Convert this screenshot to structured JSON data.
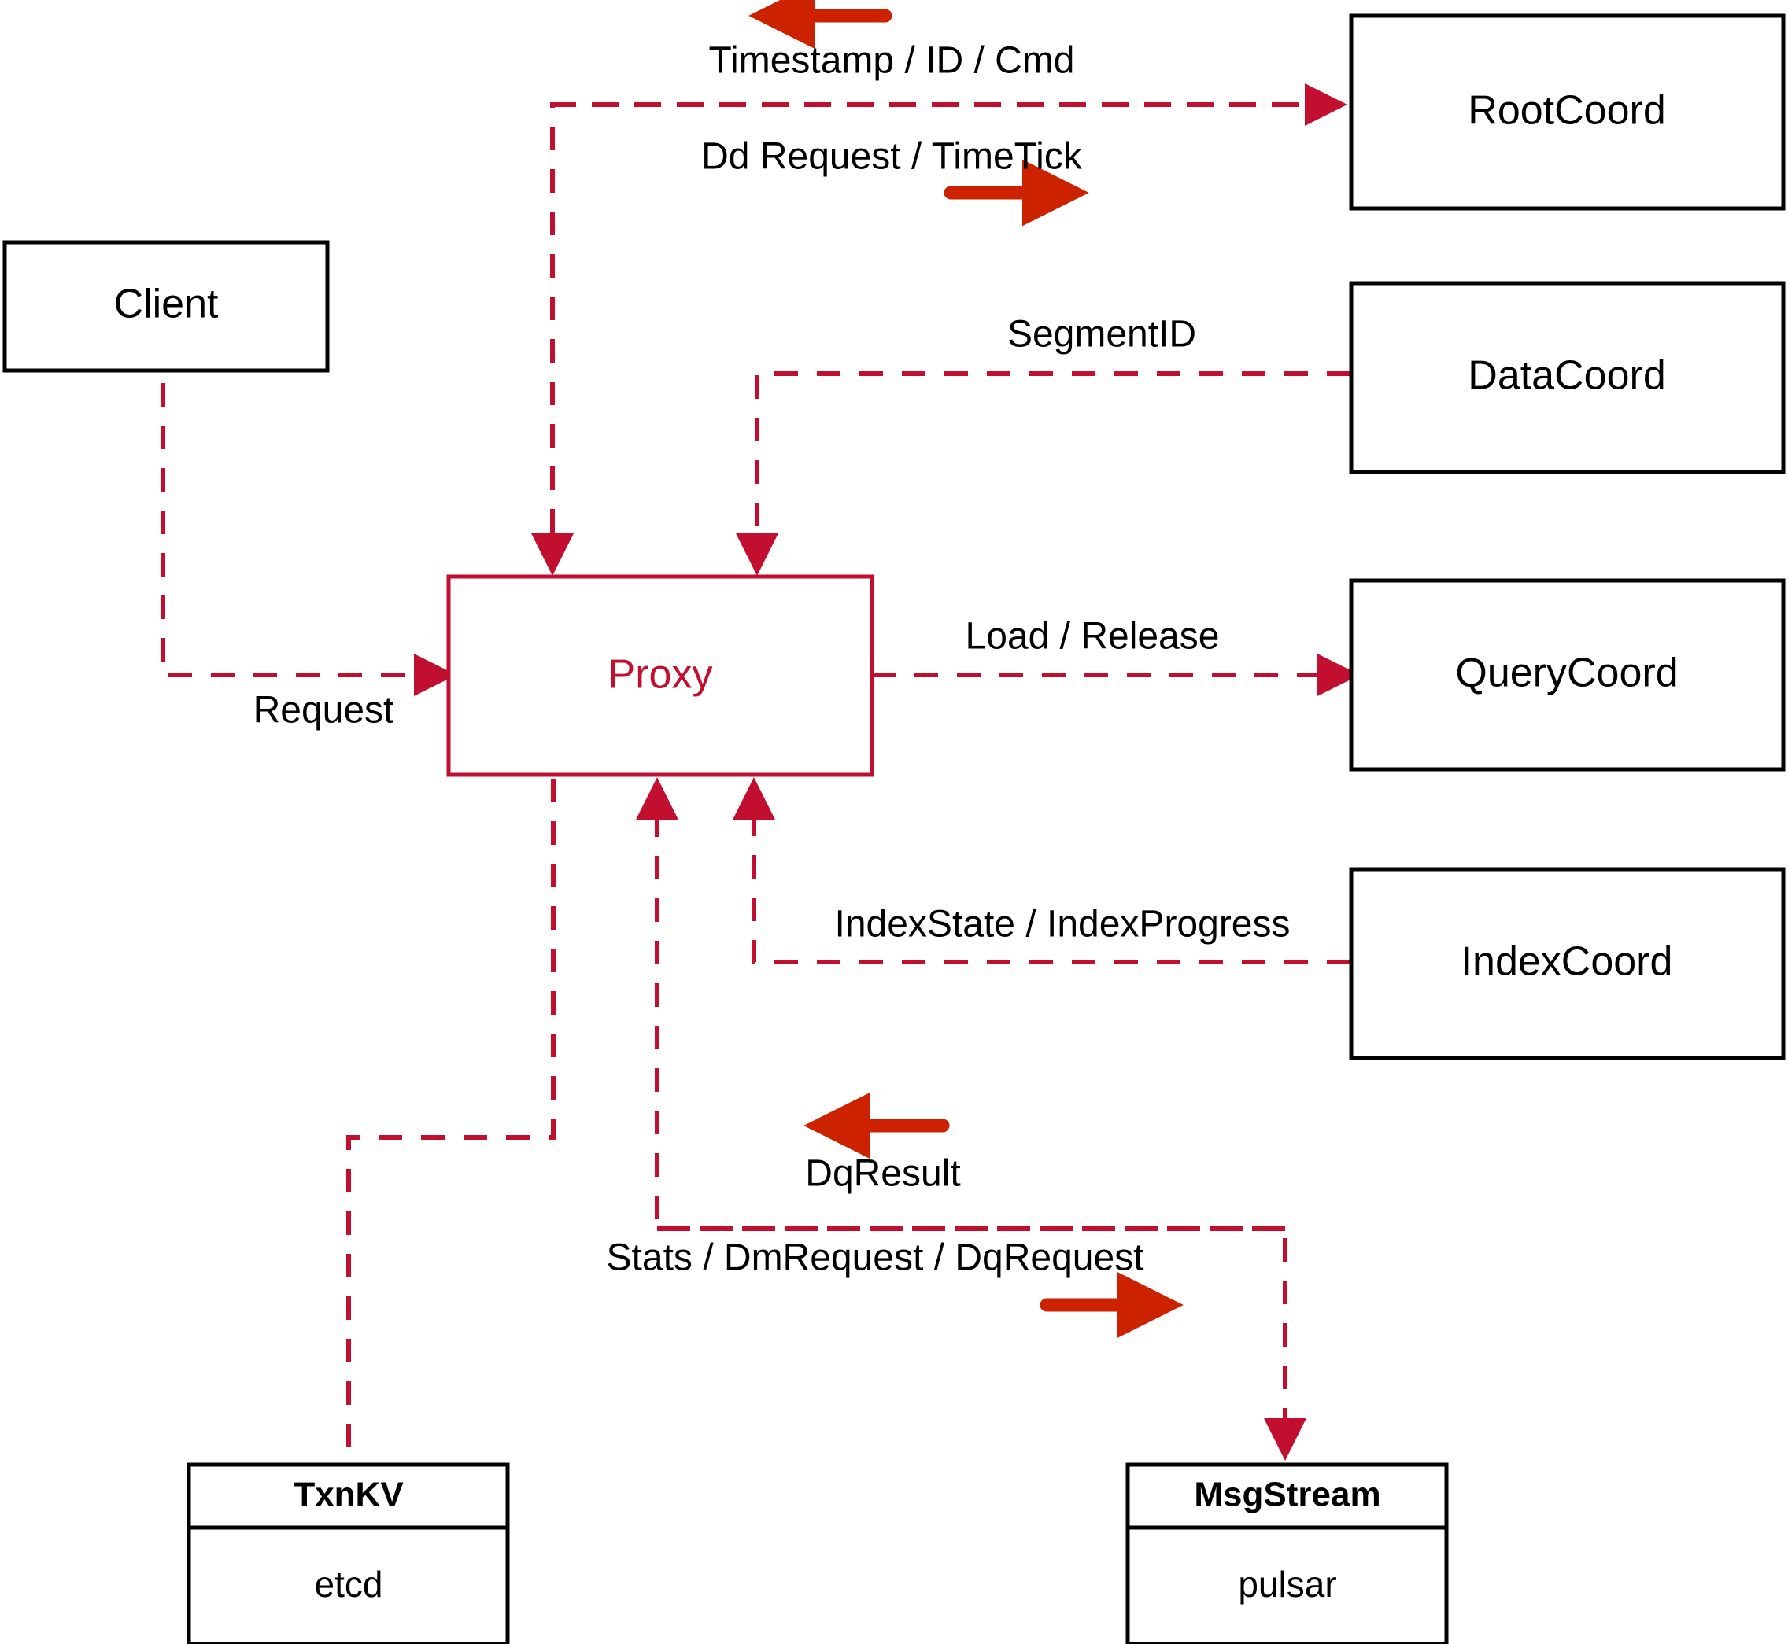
{
  "diagram": {
    "title": "Milvus Proxy Interaction Diagram",
    "colors": {
      "flow_line": "#c20f2f",
      "proxy_stroke": "#c20f2f",
      "proxy_text": "#c20f2f",
      "node_stroke": "#000000",
      "node_text": "#000000",
      "direction_arrow": "#cc2200",
      "background": "#ffffff"
    },
    "nodes": {
      "client": {
        "label": "Client"
      },
      "proxy": {
        "label": "Proxy"
      },
      "root_coord": {
        "label": "RootCoord"
      },
      "data_coord": {
        "label": "DataCoord"
      },
      "query_coord": {
        "label": "QueryCoord"
      },
      "index_coord": {
        "label": "IndexCoord"
      },
      "txn_kv": {
        "label": "TxnKV",
        "impl": "etcd"
      },
      "msg_stream": {
        "label": "MsgStream",
        "impl": "pulsar"
      }
    },
    "edges": [
      {
        "id": "root-in",
        "label": "Timestamp / ID / Cmd",
        "from": "RootCoord",
        "to": "Proxy",
        "direction": "left"
      },
      {
        "id": "root-out",
        "label": "Dd Request / TimeTick",
        "from": "Proxy",
        "to": "RootCoord",
        "direction": "right"
      },
      {
        "id": "data-in",
        "label": "SegmentID",
        "from": "DataCoord",
        "to": "Proxy",
        "direction": "left"
      },
      {
        "id": "query-out",
        "label": "Load / Release",
        "from": "Proxy",
        "to": "QueryCoord",
        "direction": "right"
      },
      {
        "id": "index-in",
        "label": "IndexState / IndexProgress",
        "from": "IndexCoord",
        "to": "Proxy",
        "direction": "left"
      },
      {
        "id": "client-in",
        "label": "Request",
        "from": "Client",
        "to": "Proxy",
        "direction": "right"
      },
      {
        "id": "stream-in",
        "label": "DqResult",
        "from": "MsgStream",
        "to": "Proxy",
        "direction": "left"
      },
      {
        "id": "stream-out",
        "label": "Stats / DmRequest / DqRequest",
        "from": "Proxy",
        "to": "MsgStream",
        "direction": "right"
      },
      {
        "id": "txnkv",
        "label": "",
        "from": "Proxy",
        "to": "TxnKV",
        "direction": "down"
      }
    ]
  }
}
